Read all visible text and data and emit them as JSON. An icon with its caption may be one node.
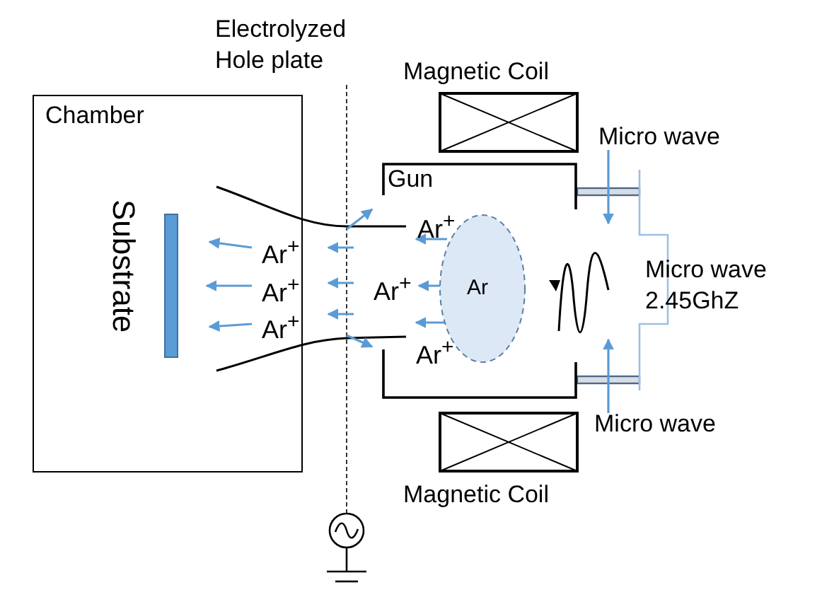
{
  "diagram": {
    "nodes": [
      {
        "text": [
          "Chamber"
        ]
      },
      {
        "text": [
          "Substrate"
        ],
        "in": 0
      },
      {
        "text": [
          "Gun"
        ]
      },
      {
        "text": [
          "Ar"
        ],
        "in": 2
      },
      {
        "text": [
          "Magnetic Coil"
        ]
      },
      {
        "text": [
          "Magnetic Coil"
        ]
      }
    ],
    "labels": [
      "Electrolyzed Hole plate",
      "Micro wave",
      "Ar$^{+}$",
      "Ar$^{+}$",
      "Micro wave 2.45GhZ",
      "Ar$^{+}$",
      "Ar$^{+}$",
      "Ar$^{+}$",
      "Ar$^{+}$",
      "Micro wave"
    ]
  }
}
